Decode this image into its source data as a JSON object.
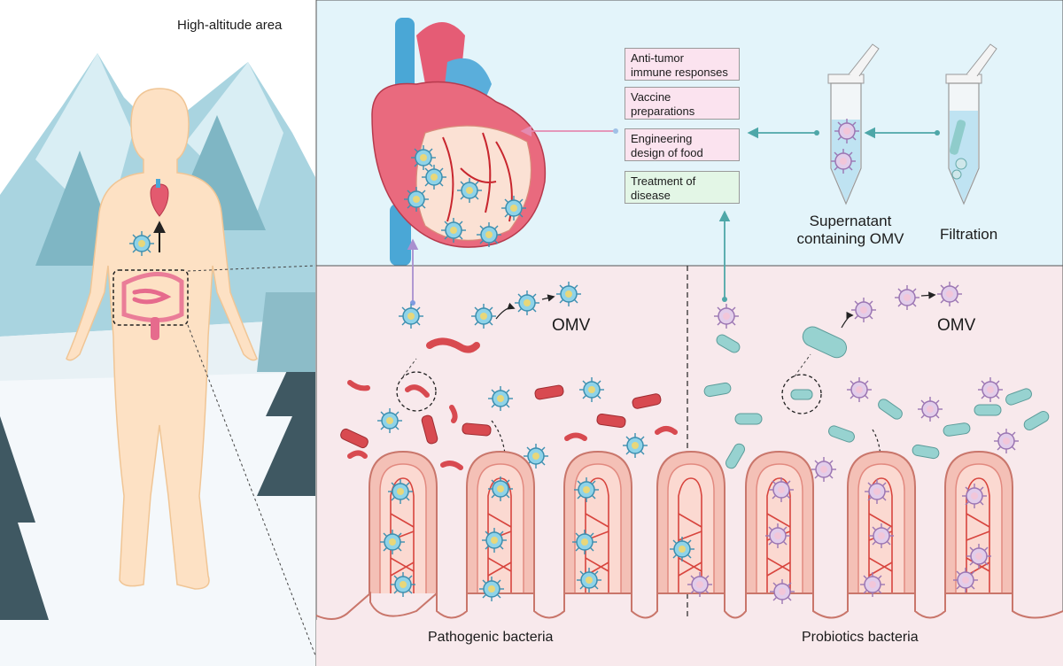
{
  "region_label": "High-altitude area",
  "applications": [
    {
      "text": "Anti-tumor\nimmune responses",
      "color": "#fbe3ef"
    },
    {
      "text": "Vaccine\npreparations",
      "color": "#fbe3ef"
    },
    {
      "text": "Engineering\ndesign of food",
      "color": "#fbe3ef"
    },
    {
      "text": "Treatment of\n disease",
      "color": "#e3f6e6"
    }
  ],
  "steps": {
    "supernatant": "Supernatant\ncontaining OMV",
    "filtration": "Filtration"
  },
  "panels": {
    "left_omv": "OMV",
    "right_omv": "OMV",
    "left_caption": "Pathogenic bacteria",
    "right_caption": "Probiotics bacteria"
  },
  "colors": {
    "top_panel_bg": "#e3f4fa",
    "bottom_panel_bg": "#f8e9ec",
    "pathogen": "#d94a4f",
    "probiotic": "#8fcccb",
    "villus": "#f2b8ad",
    "heart_red": "#e35a6f",
    "heart_blue": "#4aa7d6"
  }
}
